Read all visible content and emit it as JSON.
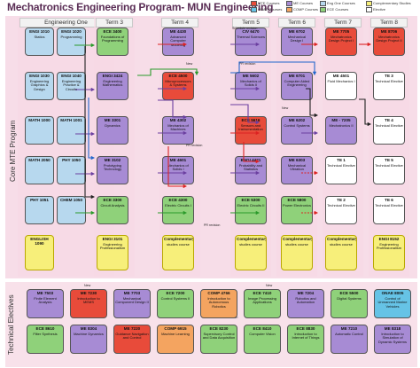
{
  "title": "Mechatronics Engineering Program- MUN Engineering",
  "legend": [
    {
      "label": "MTE Courses",
      "color": "#e84b3a"
    },
    {
      "label": "ME Courses",
      "color": "#a78bd4"
    },
    {
      "label": "Eng One Courses",
      "color": "#b7d8ee"
    },
    {
      "label": "Complementary Studies",
      "color": "#f7ef7a"
    },
    {
      "label": "ONAE Courses",
      "color": "#66c3e6"
    },
    {
      "label": "COMP Courses",
      "color": "#f4a460"
    },
    {
      "label": "ECE Courses",
      "color": "#8fd17a"
    },
    {
      "label": "Elective",
      "color": "#ffffff"
    }
  ],
  "columns": [
    {
      "label": "Engineering One"
    },
    {
      "label": "Term 3"
    },
    {
      "label": "Term 4"
    },
    {
      "label": "Term 5"
    },
    {
      "label": "Term 6"
    },
    {
      "label": "Term 7"
    },
    {
      "label": "Term 8"
    }
  ],
  "side_labels": {
    "core": "Core MTE Program",
    "tech": "Technical Electives"
  },
  "tags": [
    {
      "text": "Schedule revision"
    },
    {
      "text": "New"
    },
    {
      "text": "PR revision"
    },
    {
      "text": "PR revision"
    },
    {
      "text": "New"
    },
    {
      "text": "PR revision"
    },
    {
      "text": "New"
    },
    {
      "text": "New"
    },
    {
      "text": "PR revision"
    },
    {
      "text": "New"
    }
  ],
  "courses": [
    {
      "id": "engi1010",
      "code": "ENGI 1010",
      "name": "Statics",
      "color": "#b7d8ee"
    },
    {
      "id": "engi1020",
      "code": "ENGI 1020",
      "name": "Programming",
      "color": "#b7d8ee"
    },
    {
      "id": "engi1030",
      "code": "ENGI 1030",
      "name": "Engineering Graphics & Design",
      "color": "#b7d8ee"
    },
    {
      "id": "engi1040",
      "code": "ENGI 1040",
      "name": "Engineering Practice & Circuits",
      "color": "#b7d8ee"
    },
    {
      "id": "math1000",
      "code": "MATH 1000",
      "name": "",
      "color": "#b7d8ee"
    },
    {
      "id": "math1001",
      "code": "MATH 1001",
      "name": "",
      "color": "#b7d8ee"
    },
    {
      "id": "math2050",
      "code": "MATH 2050",
      "name": "",
      "color": "#b7d8ee"
    },
    {
      "id": "phy1050",
      "code": "PHY 1050",
      "name": "",
      "color": "#b7d8ee"
    },
    {
      "id": "phy1051",
      "code": "PHY 1051",
      "name": "",
      "color": "#b7d8ee"
    },
    {
      "id": "chem1050",
      "code": "CHEM 1050",
      "name": "",
      "color": "#b7d8ee"
    },
    {
      "id": "eng1090",
      "code": "ENGLISH 1090",
      "name": "",
      "color": "#f7ef7a"
    },
    {
      "id": "ece3400",
      "code": "ECE 3400",
      "name": "Foundations of Programming",
      "color": "#8fd17a"
    },
    {
      "id": "engi3424",
      "code": "ENGI 3424",
      "name": "Engineering Mathematics",
      "color": "#a78bd4"
    },
    {
      "id": "me3301",
      "code": "ME 3301",
      "name": "Dynamics",
      "color": "#a78bd4"
    },
    {
      "id": "me3102",
      "code": "ME 3102",
      "name": "Prototyping Technology",
      "color": "#a78bd4"
    },
    {
      "id": "ece3300",
      "code": "ECE 3300",
      "name": "Circuit Analysis",
      "color": "#8fd17a"
    },
    {
      "id": "engi3101",
      "code": "ENGI 3101",
      "name": "Engineering Professionalism",
      "color": "#f7ef7a"
    },
    {
      "id": "me4430",
      "code": "ME 4430",
      "name": "Advanced Computer Modeling",
      "color": "#a78bd4"
    },
    {
      "id": "ece4500",
      "code": "ECE 4500",
      "name": "Microprocessors & Systems",
      "color": "#e84b3a"
    },
    {
      "id": "me4302",
      "code": "ME 4302",
      "name": "Mechanics of Machines",
      "color": "#a78bd4"
    },
    {
      "id": "me4601",
      "code": "ME 4601",
      "name": "Mechanics of Solids I",
      "color": "#a78bd4"
    },
    {
      "id": "ece4300",
      "code": "ECE 4300",
      "name": "Electric Circuits I",
      "color": "#8fd17a"
    },
    {
      "id": "comp4",
      "code": "Complementary",
      "name": "studies course",
      "color": "#f7ef7a"
    },
    {
      "id": "civ6470",
      "code": "CIV 6470",
      "name": "Thermal Sciences",
      "color": "#a78bd4"
    },
    {
      "id": "me5602",
      "code": "ME 5602",
      "name": "Mechanics of Solids II",
      "color": "#a78bd4"
    },
    {
      "id": "ece5616",
      "code": "ECE 5616",
      "name": "Sensors and Instrumentation",
      "color": "#e84b3a"
    },
    {
      "id": "engi4421",
      "code": "ENGI 4421",
      "name": "Probability and Statistics",
      "color": "#a78bd4"
    },
    {
      "id": "ece5300",
      "code": "ECE 5300",
      "name": "Electric Circuits II",
      "color": "#8fd17a"
    },
    {
      "id": "comp5",
      "code": "Complementary",
      "name": "studies course",
      "color": "#f7ef7a"
    },
    {
      "id": "me6702",
      "code": "ME 6702",
      "name": "Mechanical Design I",
      "color": "#a78bd4"
    },
    {
      "id": "me6701",
      "code": "ME 6701",
      "name": "Computer Aided Engineering",
      "color": "#a78bd4"
    },
    {
      "id": "me6202",
      "code": "ME 6202",
      "name": "Control Systems",
      "color": "#a78bd4"
    },
    {
      "id": "me6303",
      "code": "ME 6303",
      "name": "Mechanical Vibration",
      "color": "#a78bd4"
    },
    {
      "id": "ece5800",
      "code": "ECE 5800",
      "name": "Power Electronics",
      "color": "#8fd17a"
    },
    {
      "id": "comp6",
      "code": "Complementary",
      "name": "studies course",
      "color": "#f7ef7a"
    },
    {
      "id": "me7705",
      "code": "ME 7705",
      "name": "Mechatronics Design Project I",
      "color": "#e84b3a"
    },
    {
      "id": "me4501",
      "code": "ME 4501",
      "name": "Fluid Mechanics I",
      "color": "#ffffff"
    },
    {
      "id": "me7205",
      "code": "ME - 7205",
      "name": "Mechatronics II",
      "color": "#a78bd4"
    },
    {
      "id": "te1",
      "code": "TE 1",
      "name": "Technical Elective",
      "color": "#ffffff"
    },
    {
      "id": "te2",
      "code": "TE 2",
      "name": "Technical Elective",
      "color": "#ffffff"
    },
    {
      "id": "comp7",
      "code": "Complementary",
      "name": "studies course",
      "color": "#f7ef7a"
    },
    {
      "id": "me8706",
      "code": "ME 8706",
      "name": "Mechatronics Design Project II",
      "color": "#e84b3a"
    },
    {
      "id": "te3",
      "code": "TE 3",
      "name": "Technical Elective",
      "color": "#ffffff"
    },
    {
      "id": "te4",
      "code": "TE 4",
      "name": "Technical Elective",
      "color": "#ffffff"
    },
    {
      "id": "te5",
      "code": "TE 5",
      "name": "Technical Elective",
      "color": "#ffffff"
    },
    {
      "id": "te6",
      "code": "TE 6",
      "name": "Technical Elective",
      "color": "#ffffff"
    },
    {
      "id": "engi8152",
      "code": "ENGI 8152",
      "name": "Engineering Professionalism",
      "color": "#f7ef7a"
    }
  ],
  "electives": [
    {
      "id": "me7503",
      "code": "ME 7503",
      "name": "Finite Element Analysis",
      "color": "#a78bd4"
    },
    {
      "id": "me7230",
      "code": "ME 7230",
      "name": "Introduction to MEMS",
      "color": "#e84b3a"
    },
    {
      "id": "me7703",
      "code": "ME 7703",
      "name": "Mechanical Component Design II",
      "color": "#a78bd4"
    },
    {
      "id": "ece7200",
      "code": "ECE 7200",
      "name": "Control Systems II",
      "color": "#8fd17a"
    },
    {
      "id": "comp4766",
      "code": "COMP 4766",
      "name": "Introduction to Autonomous Robotics",
      "color": "#f4a460"
    },
    {
      "id": "ece7410",
      "code": "ECE 7410",
      "name": "Image Processing Applications",
      "color": "#8fd17a"
    },
    {
      "id": "me7204",
      "code": "ME 7204",
      "name": "Robotics and Automation",
      "color": "#a78bd4"
    },
    {
      "id": "ece5500",
      "code": "ECE 5500",
      "name": "Digital Systems",
      "color": "#8fd17a"
    },
    {
      "id": "onae8005",
      "code": "ONAE 8005",
      "name": "Control of Unmanned Marine Vehicles",
      "color": "#66c3e6"
    },
    {
      "id": "ece8610",
      "code": "ECE 8610",
      "name": "Filter Synthesis",
      "color": "#8fd17a"
    },
    {
      "id": "me8304",
      "code": "ME 8304",
      "name": "Machine Dynamics",
      "color": "#a78bd4"
    },
    {
      "id": "me7220",
      "code": "ME 7220",
      "name": "Guidance Navigation and Control",
      "color": "#e84b3a"
    },
    {
      "id": "comp6915",
      "code": "COMP 6915",
      "name": "Machine Learning",
      "color": "#f4a460"
    },
    {
      "id": "ece8230",
      "code": "ECE 8230",
      "name": "Supervisory Control and Data Acquisition",
      "color": "#8fd17a"
    },
    {
      "id": "ece8410",
      "code": "ECE 8410",
      "name": "Computer Vision",
      "color": "#8fd17a"
    },
    {
      "id": "ece8830",
      "code": "ECE 8830",
      "name": "Introduction to Internet of Things",
      "color": "#8fd17a"
    },
    {
      "id": "me7210",
      "code": "ME 7210",
      "name": "Automatic Control",
      "color": "#a78bd4"
    },
    {
      "id": "me8318",
      "code": "ME 8318",
      "name": "Introduction to Simulation of Dynamic Systems",
      "color": "#a78bd4"
    }
  ]
}
